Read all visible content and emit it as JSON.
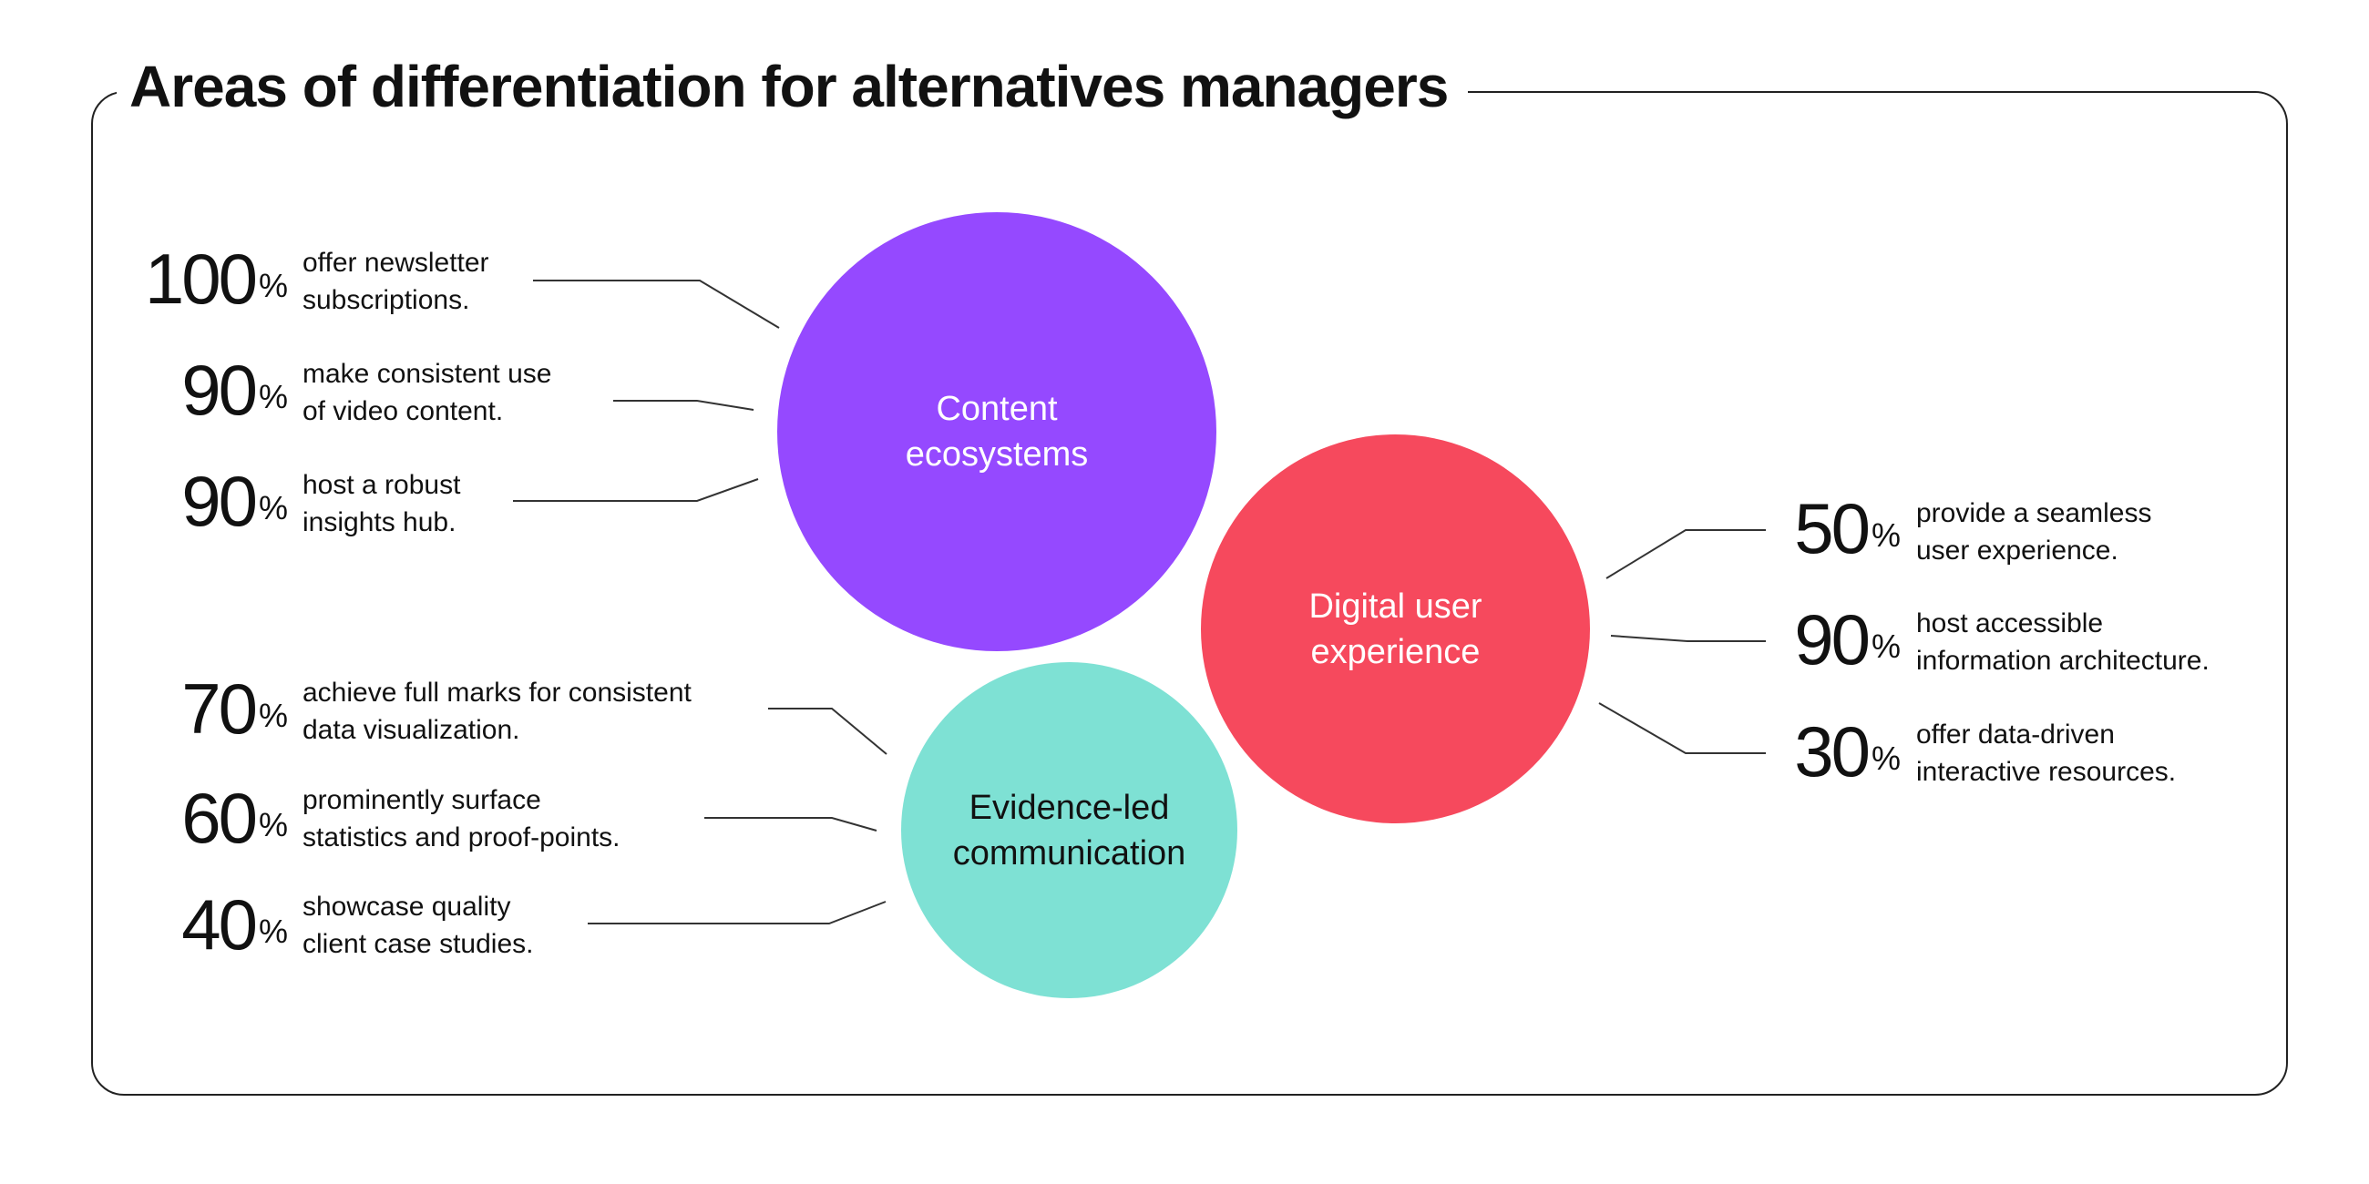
{
  "title": "Areas of differentiation for alternatives managers",
  "colors": {
    "content": "#9549FF",
    "digital": "#F6495D",
    "evidence": "#7EE1D4",
    "line": "#333333"
  },
  "circles": {
    "content": {
      "label": "Content\necosystems",
      "text_color": "#ffffff"
    },
    "digital": {
      "label": "Digital user\nexperience",
      "text_color": "#ffffff"
    },
    "evidence": {
      "label": "Evidence-led\ncommunication",
      "text_color": "#111111"
    }
  },
  "stats": {
    "content": [
      {
        "num": "100",
        "pct": "%",
        "text": "offer newsletter\nsubscriptions."
      },
      {
        "num": "90",
        "pct": "%",
        "text": "make consistent use\nof video content."
      },
      {
        "num": "90",
        "pct": "%",
        "text": "host a robust\ninsights hub."
      }
    ],
    "evidence": [
      {
        "num": "70",
        "pct": "%",
        "text": "achieve full marks for consistent\ndata visualization."
      },
      {
        "num": "60",
        "pct": "%",
        "text": "prominently surface\nstatistics and proof-points."
      },
      {
        "num": "40",
        "pct": "%",
        "text": "showcase quality\nclient case studies."
      }
    ],
    "digital": [
      {
        "num": "50",
        "pct": "%",
        "text": "provide a seamless\nuser experience."
      },
      {
        "num": "90",
        "pct": "%",
        "text": "host accessible\ninformation architecture."
      },
      {
        "num": "30",
        "pct": "%",
        "text": "offer data-driven\ninteractive resources."
      }
    ]
  }
}
